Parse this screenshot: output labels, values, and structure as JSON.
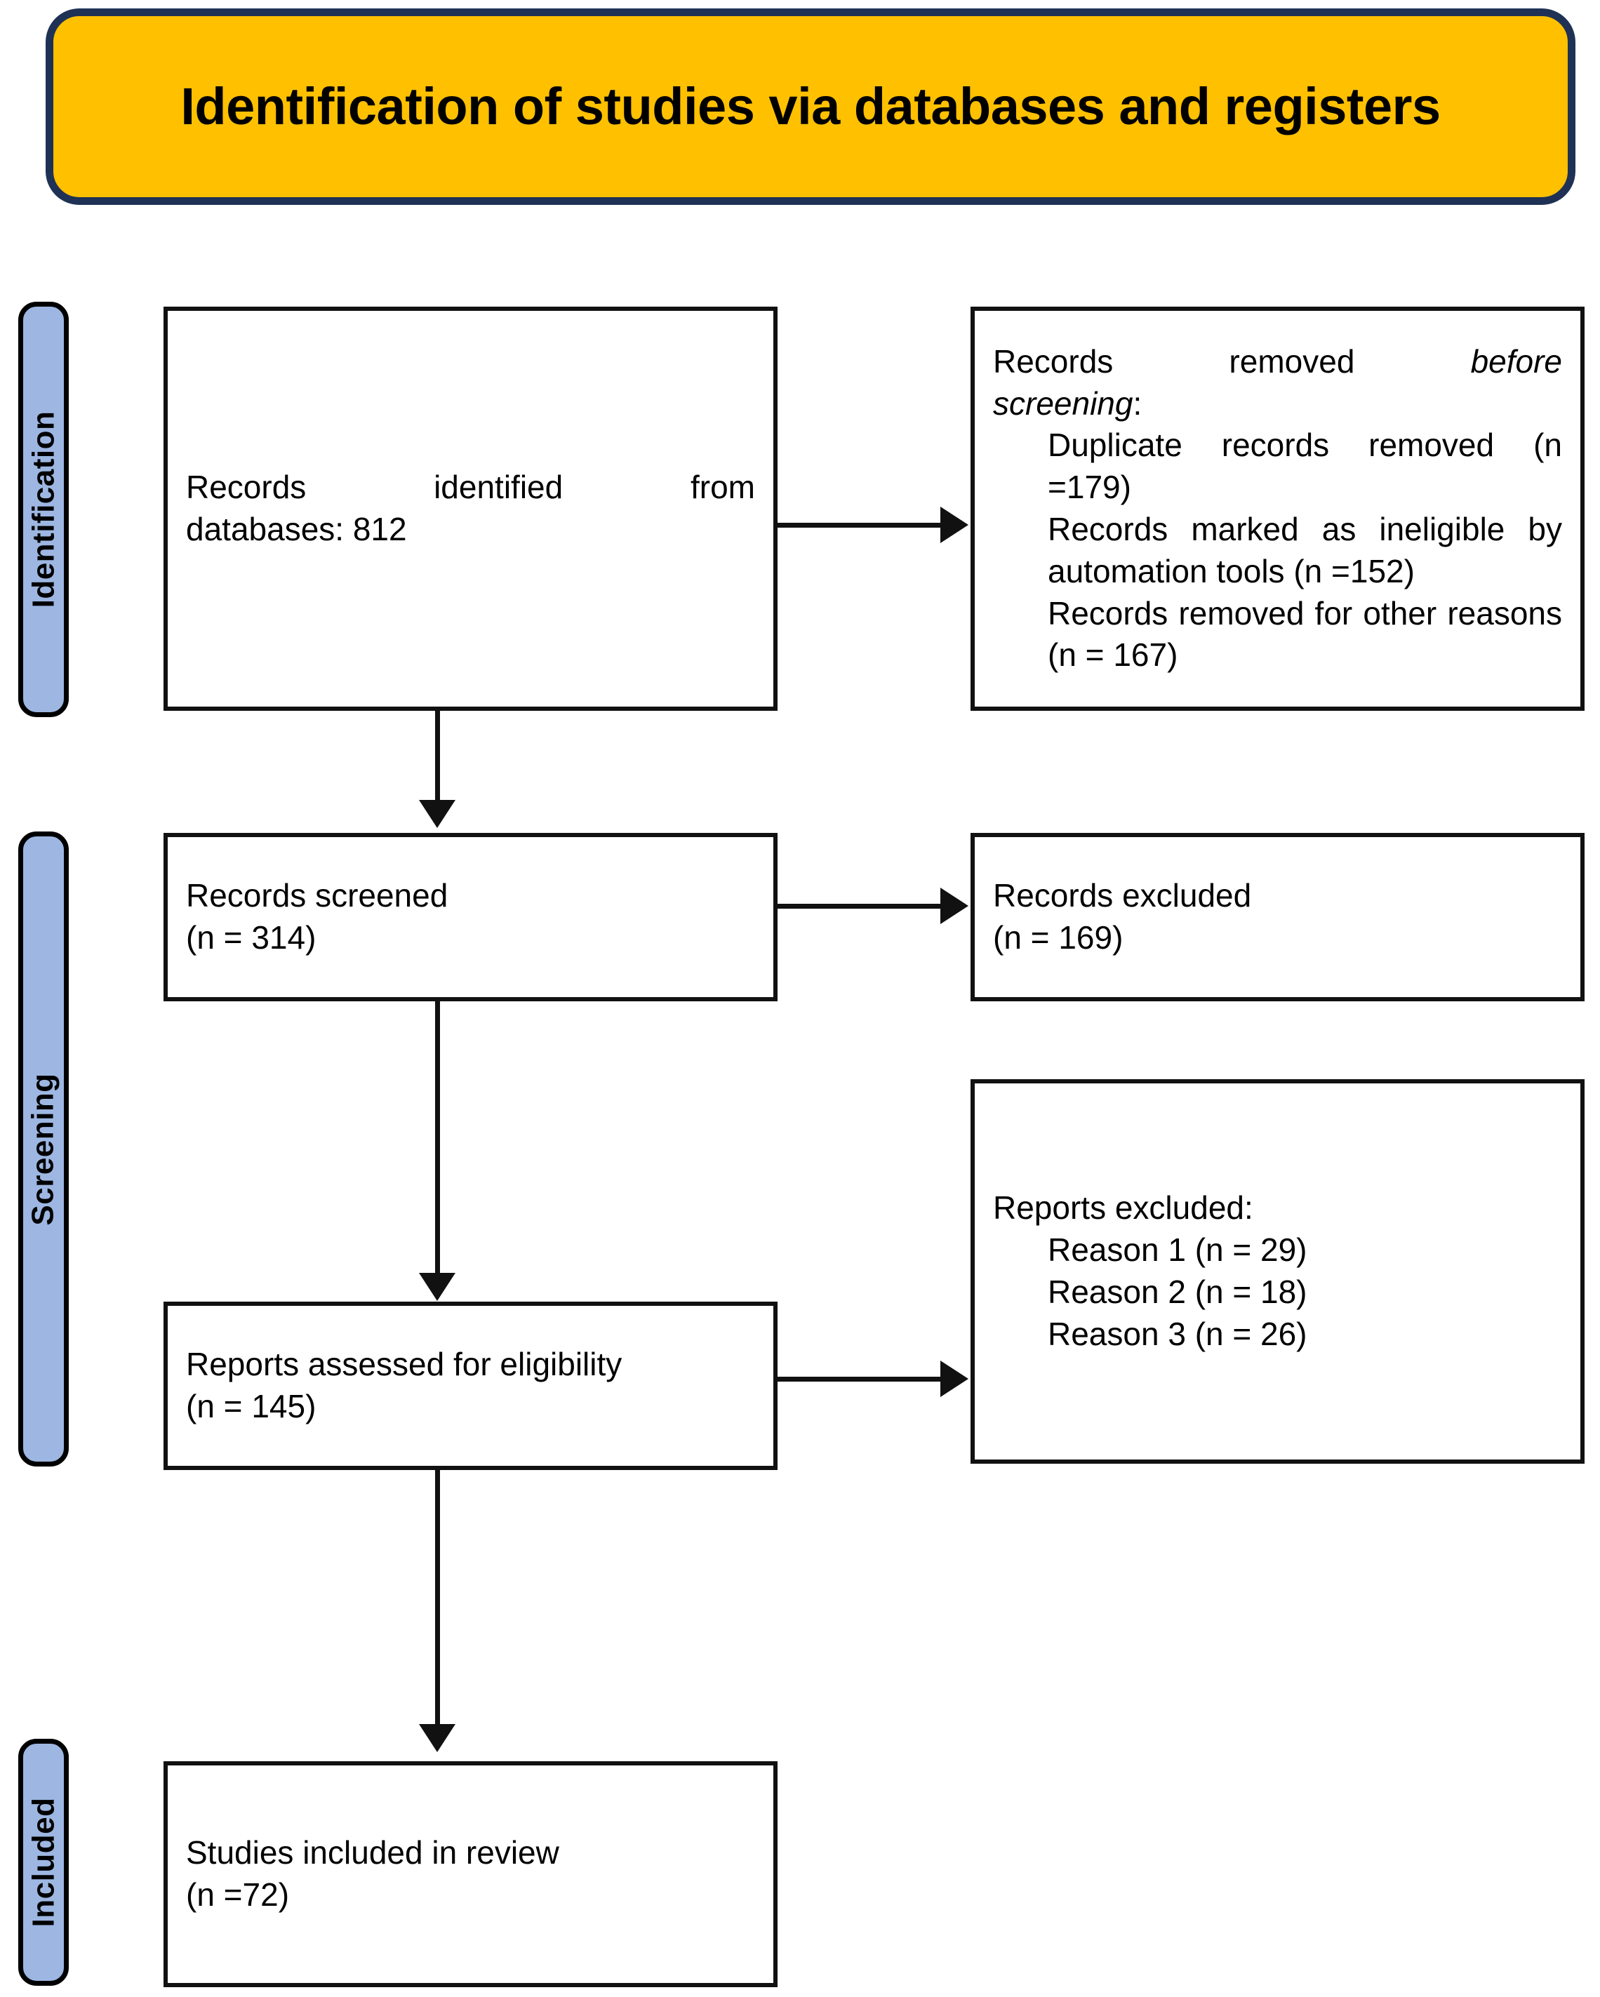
{
  "banner": {
    "title": "Identification of studies via databases and registers",
    "fill_color": "#FFC000",
    "border_color": "#1F3255"
  },
  "stages": [
    {
      "label": "Identification"
    },
    {
      "label": "Screening"
    },
    {
      "label": "Included"
    }
  ],
  "stage_color": "#9DB7E2",
  "boxes": {
    "identified": {
      "line1": "Records identified from",
      "line2": "databases: 812"
    },
    "removed_before_screening": {
      "heading_plain": "Records removed ",
      "heading_italic_a": "before",
      "heading_italic_b": "screening",
      "heading_colon": ":",
      "items": [
        "Duplicate records removed (n =179)",
        "Records marked as ineligible by automation tools (n =152)",
        "Records removed for other reasons (n = 167)"
      ]
    },
    "records_screened": {
      "line1": "Records screened",
      "line2": "(n = 314)"
    },
    "records_excluded": {
      "line1": "Records excluded",
      "line2": "(n = 169)"
    },
    "reports_assessed": {
      "line1": "Reports assessed for eligibility",
      "line2": "(n = 145)"
    },
    "reports_excluded": {
      "heading": "Reports excluded:",
      "items": [
        "Reason 1 (n = 29)",
        "Reason 2 (n = 18)",
        "Reason 3 (n = 26)"
      ]
    },
    "studies_included": {
      "line1": "Studies included in review",
      "line2": "(n =72)"
    }
  }
}
